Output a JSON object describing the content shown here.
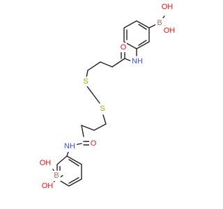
{
  "atoms": {
    "top_boron": "B",
    "top_hydroxyl_upper": "OH",
    "top_hydroxyl_lower": "OH",
    "top_amide_oxygen": "O",
    "top_amide_nh": "NH",
    "sulfur_upper": "S",
    "sulfur_lower": "S",
    "bottom_amide_nh": "NH",
    "bottom_amide_oxygen": "O",
    "bottom_boron": "B",
    "bottom_hydroxyl_upper": "OH",
    "bottom_hydroxyl_lower": "OH"
  },
  "colors": {
    "bond": "#222222",
    "oxygen": "#ff0d0d",
    "nitrogen": "#3050f8",
    "sulfur": "#b2a000",
    "boron": "#b46a6a"
  }
}
